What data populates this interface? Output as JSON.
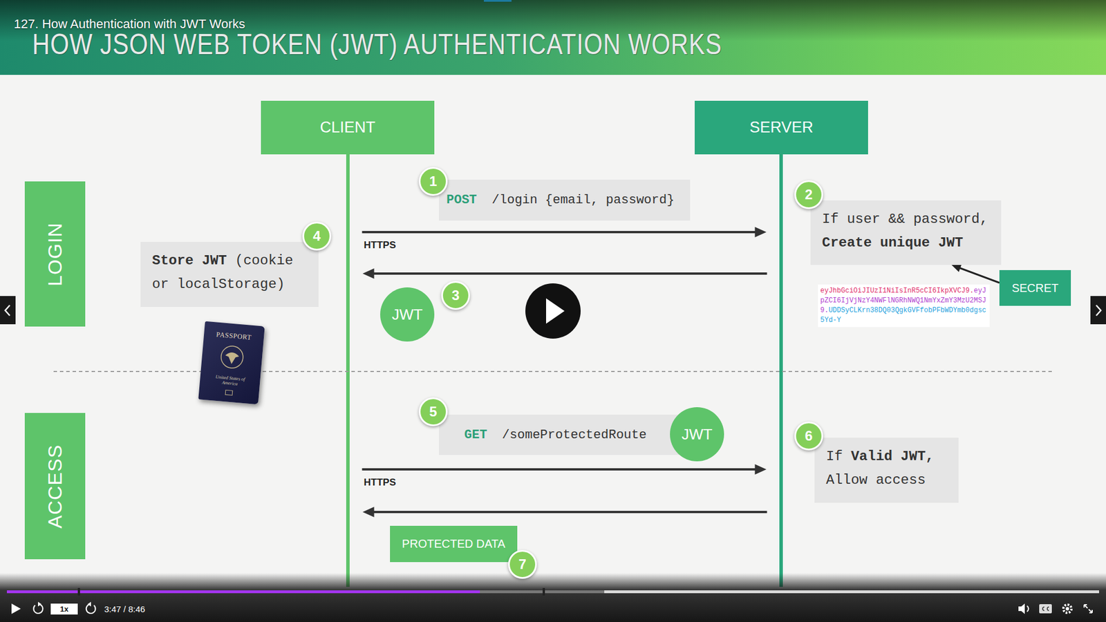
{
  "diagram": {
    "title": "HOW JSON WEB TOKEN (JWT) AUTHENTICATION WORKS",
    "nodes": [
      {
        "text": [
          "CLIENT"
        ]
      },
      {
        "text": [
          "SERVER"
        ]
      },
      {
        "text": [
          "LOGIN"
        ]
      },
      {
        "text": [
          "POST",
          "/login {email, password}"
        ]
      },
      {
        "text": [
          "If user && password,",
          "Create unique JWT"
        ]
      },
      {
        "text": [
          "Store JWT",
          "(cookie or localStorage)"
        ]
      },
      {
        "text": [
          "JWT"
        ]
      },
      {
        "text": [
          "SECRET"
        ]
      },
      {
        "text": [
          "eyJhbGciOiJIUzI1NiIsInR5cCI6IkpXVCJ9.",
          "eyJpZCI6IjVjNzY4NWFlNGRhNWQ1NmYxZmY3MzU2MSJ9.",
          "UDDSyCLKrn38DQ03QgkGVFfobPFbWDYmb0dgsc5Yd-Y"
        ]
      },
      {
        "text": [
          "ACCESS"
        ]
      },
      {
        "text": [
          "GET",
          "/someProtectedRoute"
        ]
      },
      {
        "text": [
          "JWT"
        ]
      },
      {
        "text": [
          "If",
          "Valid JWT,",
          "Allow access"
        ]
      },
      {
        "text": [
          "PROTECTED DATA"
        ]
      }
    ],
    "edges": [
      {
        "from": 0,
        "to": 1,
        "arrow": "to",
        "label": "HTTPS"
      },
      {
        "from": 1,
        "to": 0,
        "arrow": "to"
      },
      {
        "from": 0,
        "to": 1,
        "arrow": "to",
        "label": "HTTPS"
      },
      {
        "from": 1,
        "to": 0,
        "arrow": "to"
      },
      {
        "from": 7,
        "to": 4,
        "arrow": "to"
      }
    ],
    "labels": [
      "127. How Authentication with JWT Works",
      "1",
      "2",
      "3",
      "4",
      "5",
      "6",
      "7",
      "PASSPORT",
      "United States of America",
      "1x",
      "3:47 / 8:46"
    ]
  }
}
